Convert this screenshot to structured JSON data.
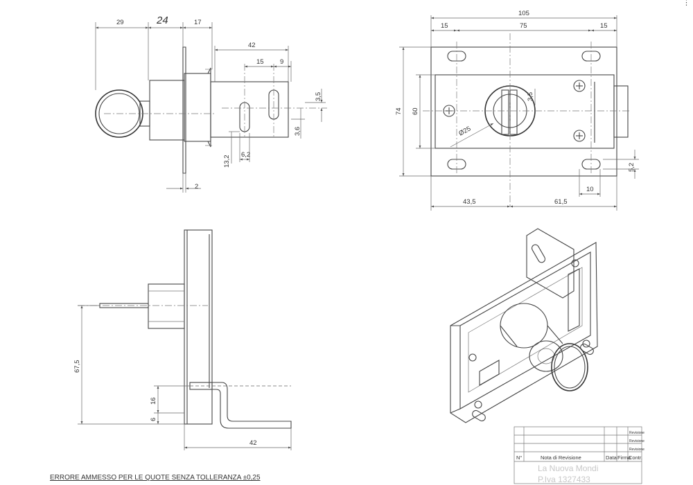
{
  "dims": {
    "side_top": [
      "29",
      "24",
      "17",
      "42",
      "15",
      "9",
      "3,5",
      "3,6",
      "13,2",
      "6,2",
      "2"
    ],
    "front": [
      "105",
      "15",
      "75",
      "15",
      "74",
      "60",
      "3,5",
      "Ø25",
      "5,2",
      "10",
      "43,5",
      "61,5"
    ],
    "side_bottom": [
      "67,5",
      "16",
      "6",
      "42"
    ]
  },
  "title_block": {
    "col_n": "N°",
    "col_note": "Nota di Revisione",
    "col_date": "Data",
    "col_sign": "Firma",
    "col_check": "Contr.",
    "rev_labels": [
      "Revisione",
      "Revisione",
      "Revisione"
    ],
    "company": "La Nuova Mondi",
    "vat": "P.Iva 1327433"
  },
  "tolerance_note": "ERRORE AMMESSO PER LE QUOTE SENZA TOLLERANZA ±0,25",
  "colors": {
    "ink": "#333333",
    "paper": "#ffffff"
  }
}
